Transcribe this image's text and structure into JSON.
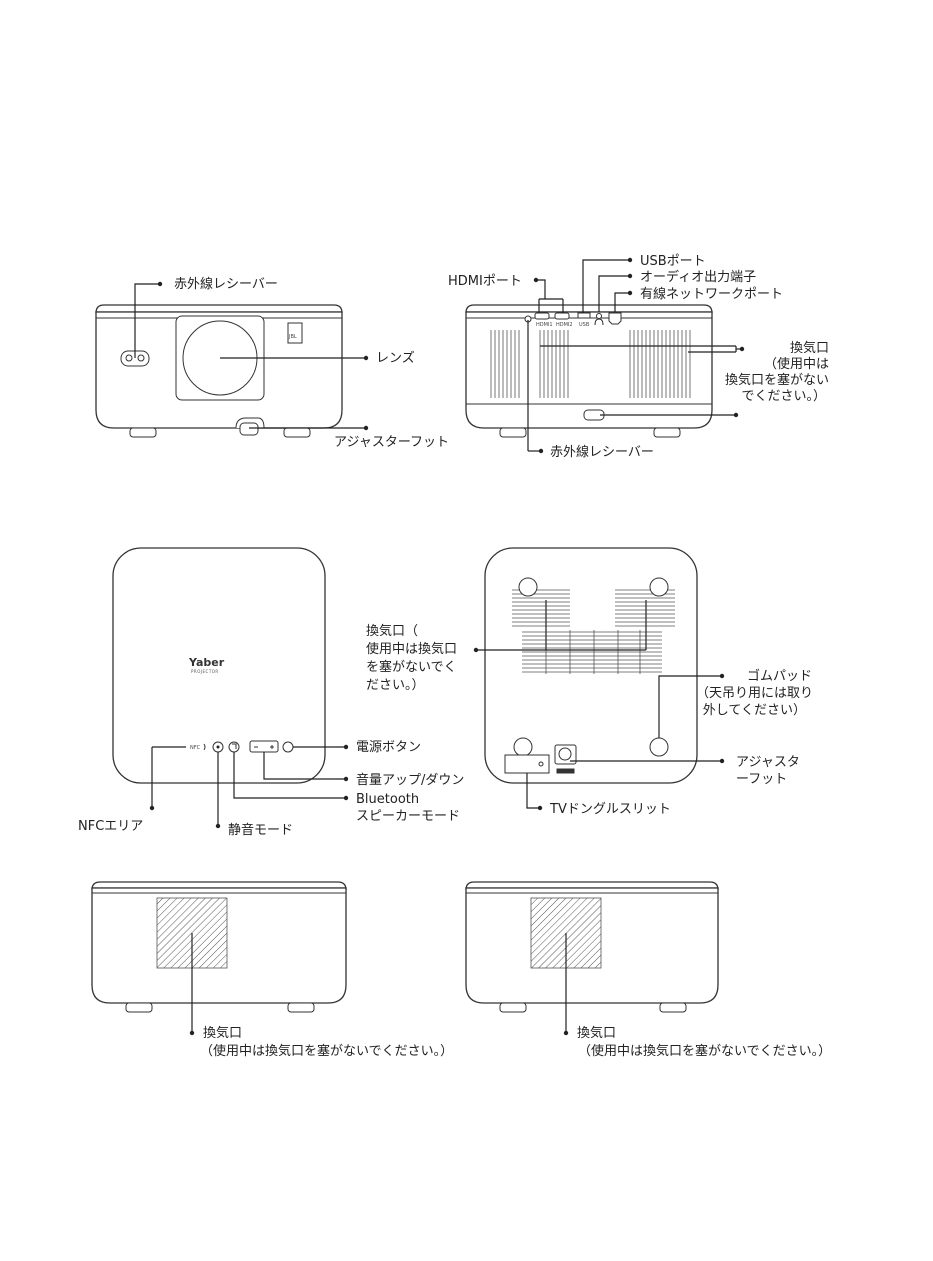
{
  "colors": {
    "ink": "#222222",
    "outline": "#333333",
    "background": "#ffffff"
  },
  "front": {
    "ir_receiver": "赤外線レシーバー",
    "lens": "レンズ",
    "adjuster_foot": "アジャスターフット",
    "badge_text": "JBL"
  },
  "back": {
    "usb_port": "USBポート",
    "audio_out": "オーディオ出力端子",
    "lan_port": "有線ネットワークポート",
    "hdmi_port": "HDMIポート",
    "vent_line1": "換気口",
    "vent_line2": "（使用中は",
    "vent_line3": "換気口を塞がない",
    "vent_line4": "でください。）",
    "ir_receiver": "赤外線レシーバー",
    "port_labels": [
      "HDMI1",
      "HDMI2",
      "USB"
    ]
  },
  "top": {
    "brand": "Yaber",
    "brand_sub": "PROJECTOR",
    "nfc_label": "NFC",
    "vent_line1": "換気口（",
    "vent_line2": "使用中は換気口",
    "vent_line3": "を塞がないでく",
    "vent_line4": "ださい。）",
    "power_button": "電源ボタン",
    "volume": "音量アップ/ダウン",
    "bluetooth_line1": "Bluetooth",
    "bluetooth_line2": "スピーカーモード",
    "nfc_area": "NFCエリア",
    "mute_mode": "静音モード"
  },
  "bottom": {
    "rubber_pad_line1": "ゴムパッド",
    "rubber_pad_line2": "（天吊り用には取り",
    "rubber_pad_line3": "外してください）",
    "adjuster_line1": "アジャスタ",
    "adjuster_line2": "ーフット",
    "tv_dongle_slit": "TVドングルスリット"
  },
  "sides": {
    "left_vent": "換気口",
    "left_vent_note": "（使用中は換気口を塞がないでください。）",
    "right_vent": "換気口",
    "right_vent_note": "（使用中は換気口を塞がないでください。）"
  }
}
